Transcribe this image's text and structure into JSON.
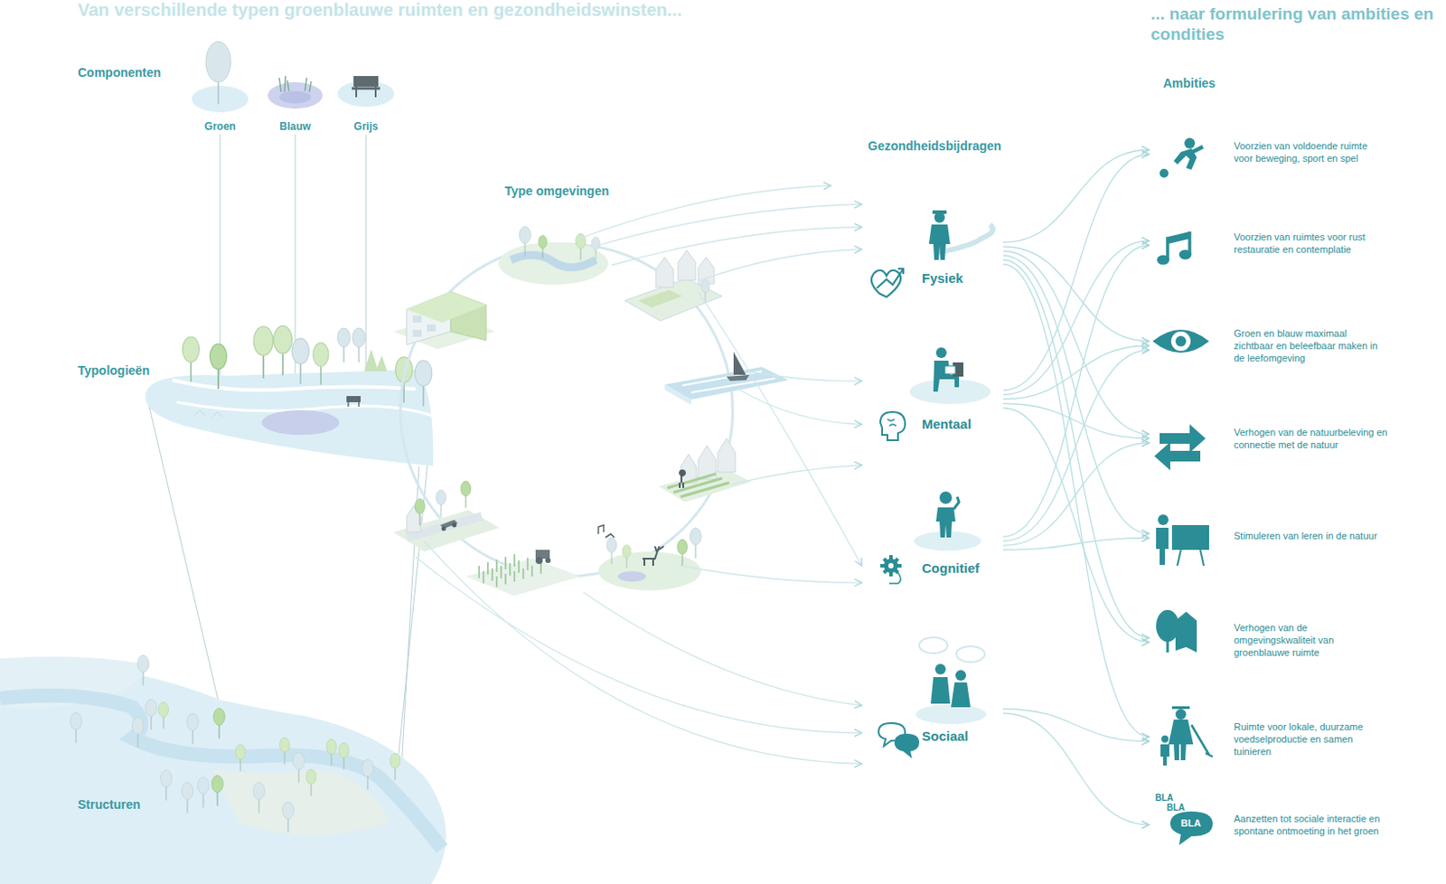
{
  "diagram": {
    "title": "Van verschillende typen groenblauwe ruimten en gezondheidswinsten...",
    "nodes": [
      {
        "text": [
          "Fysiek"
        ]
      },
      {
        "text": [
          "Mentaal"
        ]
      },
      {
        "text": [
          "Cognitief"
        ]
      },
      {
        "text": [
          "Sociaal"
        ]
      },
      {
        "text": [
          "Voorzien van voldoende ruimte voor beweging, sport en spel"
        ]
      },
      {
        "text": [
          "Voorzien van ruimtes voor rust restauratie en contemplatie"
        ]
      },
      {
        "text": [
          "Groen en blauw maximaal zichtbaar en beleefbaar maken in de leefomgeving"
        ]
      },
      {
        "text": [
          "Verhogen van de natuurbeleving en connectie met de natuur"
        ]
      },
      {
        "text": [
          "Stimuleren van leren in de natuur"
        ]
      },
      {
        "text": [
          "Verhogen van de omgevingskwaliteit van groenblauwe ruimte"
        ]
      },
      {
        "text": [
          "Ruimte voor lokale, duurzame voedselproductie en samen tuinieren"
        ]
      },
      {
        "text": [
          "Aanzetten tot sociale interactie en spontane ontmoeting in het groen"
        ]
      }
    ],
    "edges": [
      {
        "from": 0,
        "to": 4,
        "arrow": "to"
      },
      {
        "from": 0,
        "to": 6,
        "arrow": "to"
      },
      {
        "from": 0,
        "to": 7,
        "arrow": "to"
      },
      {
        "from": 0,
        "to": 8,
        "arrow": "to"
      },
      {
        "from": 0,
        "to": 9,
        "arrow": "to"
      },
      {
        "from": 0,
        "to": 10,
        "arrow": "to"
      },
      {
        "from": 1,
        "to": 4,
        "arrow": "to"
      },
      {
        "from": 1,
        "to": 5,
        "arrow": "to"
      },
      {
        "from": 1,
        "to": 6,
        "arrow": "to"
      },
      {
        "from": 1,
        "to": 7,
        "arrow": "to"
      },
      {
        "from": 1,
        "to": 9,
        "arrow": "to"
      },
      {
        "from": 2,
        "to": 5,
        "arrow": "to"
      },
      {
        "from": 2,
        "to": 6,
        "arrow": "to"
      },
      {
        "from": 2,
        "to": 7,
        "arrow": "to"
      },
      {
        "from": 2,
        "to": 8,
        "arrow": "to"
      },
      {
        "from": 3,
        "to": 10,
        "arrow": "to"
      },
      {
        "from": 3,
        "to": 11,
        "arrow": "to"
      }
    ],
    "labels": [
      "... naar formulering van ambities en condities",
      "Componenten",
      "Groen",
      "Blauw",
      "Grijs",
      "Typologieën",
      "Structuren",
      "Type omgevingen",
      "Gezondheidsbijdragen",
      "Ambities",
      "BLA",
      "BLA",
      "BLA"
    ]
  }
}
